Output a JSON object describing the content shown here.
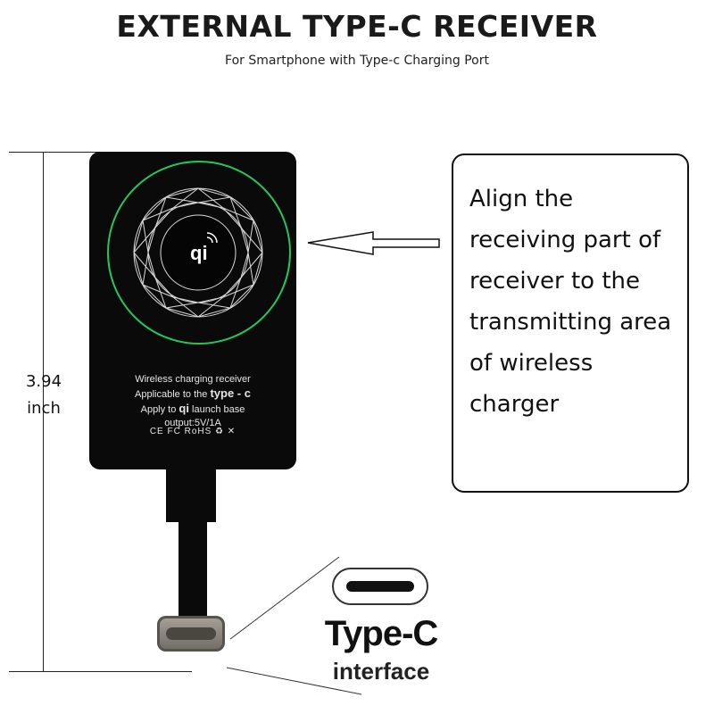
{
  "header": {
    "title": "EXTERNAL TYPE-C RECEIVER",
    "subtitle": "For Smartphone with Type-c Charging Port"
  },
  "dimension": {
    "value": "3.94",
    "unit": "inch"
  },
  "receiver": {
    "lines": [
      "Wireless charging receiver",
      "Applicable to the",
      "type - c",
      "Apply to",
      "qi",
      "launch base",
      "output:5V/1A"
    ],
    "marks": "CE FC RoHS ♻ ✕"
  },
  "callout": {
    "text": "Align the receiving part of receiver to the transmitting area of wireless charger"
  },
  "connector": {
    "title": "Type-C",
    "subtitle": "interface"
  },
  "colors": {
    "ring": "#22c55e",
    "card": "#0a0a0a"
  }
}
